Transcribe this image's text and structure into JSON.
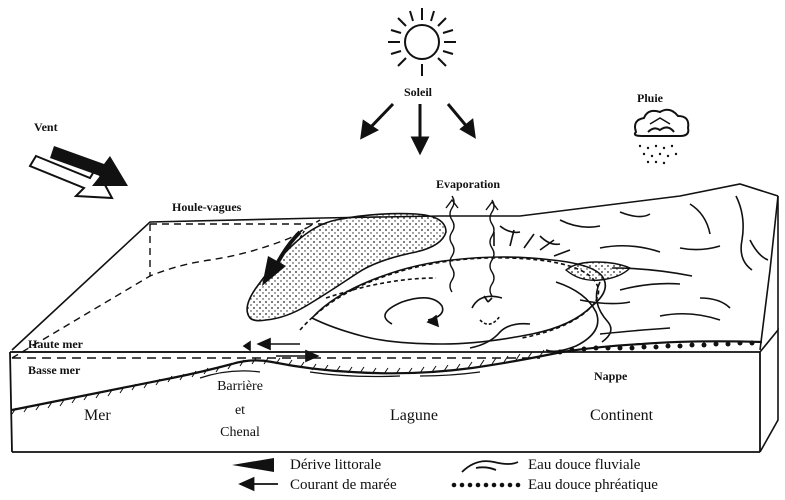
{
  "labels": {
    "soleil": "Soleil",
    "pluie": "Pluie",
    "vent": "Vent",
    "evaporation": "Evaporation",
    "houle_vagues": "Houle-vagues",
    "haute_mer": "Haute mer",
    "basse_mer": "Basse mer",
    "nappe": "Nappe",
    "mer": "Mer",
    "barriere_line1": "Barrière",
    "barriere_line2": "et",
    "barriere_line3": "Chenal",
    "lagune": "Lagune",
    "continent": "Continent"
  },
  "legend": [
    {
      "symbol": "filled-arrow",
      "label": "Dérive littorale"
    },
    {
      "symbol": "thin-arrow",
      "label": "Courant de marée"
    },
    {
      "symbol": "wavy-line",
      "label": "Eau douce fluviale"
    },
    {
      "symbol": "dotted-line",
      "label": "Eau douce phréatique"
    }
  ]
}
